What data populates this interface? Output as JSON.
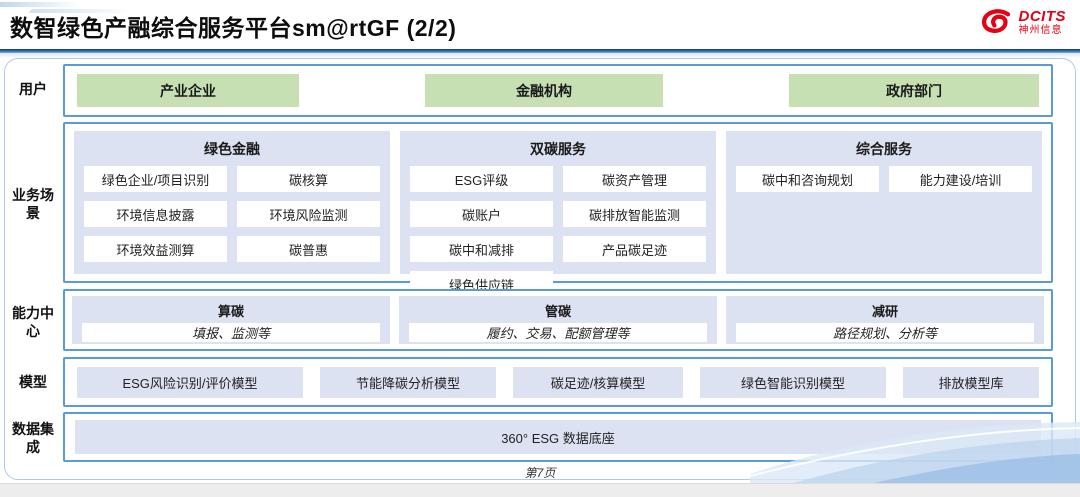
{
  "header": {
    "title": "数智绿色产融综合服务平台sm@rtGF (2/2)",
    "logo": {
      "brand": "DCITS",
      "company": "神州信息"
    }
  },
  "rows": {
    "users": {
      "label": "用户",
      "items": [
        "产业企业",
        "金融机构",
        "政府部门"
      ]
    },
    "scenarios": {
      "label": "业务场景",
      "panels": [
        {
          "title": "绿色金融",
          "items": [
            "绿色企业/项目识别",
            "碳核算",
            "环境信息披露",
            "环境风险监测",
            "环境效益测算",
            "碳普惠"
          ]
        },
        {
          "title": "双碳服务",
          "items": [
            "ESG评级",
            "碳资产管理",
            "碳账户",
            "碳排放智能监测",
            "碳中和减排",
            "产品碳足迹",
            "绿色供应链"
          ]
        },
        {
          "title": "综合服务",
          "items": [
            "碳中和咨询规划",
            "能力建设/培训"
          ]
        }
      ]
    },
    "capabilities": {
      "label": "能力中心",
      "panels": [
        {
          "title": "算碳",
          "detail": "填报、监测等"
        },
        {
          "title": "管碳",
          "detail": "履约、交易、配额管理等"
        },
        {
          "title": "减研",
          "detail": "路径规划、分析等"
        }
      ]
    },
    "models": {
      "label": "模型",
      "items": [
        "ESG风险识别/评价模型",
        "节能降碳分析模型",
        "碳足迹/核算模型",
        "绿色智能识别模型",
        "排放模型库"
      ]
    },
    "data_integration": {
      "label": "数据集成",
      "items": [
        "360° ESG 数据底座"
      ]
    }
  },
  "footer": {
    "page_number": "第7页"
  },
  "colors": {
    "box_border_blue": "#5b9bd5",
    "panel_lavender": "#dce2f1",
    "user_green": "#c6e0b4",
    "brand_red": "#e60012",
    "rule_blue": "#2e75b6"
  }
}
